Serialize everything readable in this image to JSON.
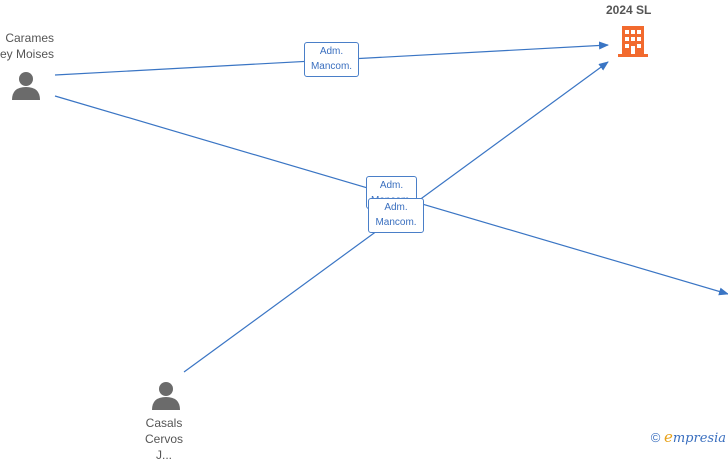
{
  "company": {
    "name": "2024  SL"
  },
  "people": [
    {
      "line1": "Carames",
      "line2": "ey Moises"
    },
    {
      "line1": "Casals",
      "line2": "Cervos",
      "line3": "J..."
    }
  ],
  "edges": [
    {
      "line1": "Adm.",
      "line2": "Mancom."
    },
    {
      "line1": "Adm.",
      "line2": "Mancom."
    },
    {
      "line1": "Adm.",
      "line2": "Mancom."
    }
  ],
  "brand": {
    "copyright_symbol": "©",
    "first_letter": "e",
    "rest": "mpresia"
  },
  "colors": {
    "edge": "#3a75c4",
    "company_icon": "#f26a2e",
    "person_icon": "#6b6b6b"
  }
}
